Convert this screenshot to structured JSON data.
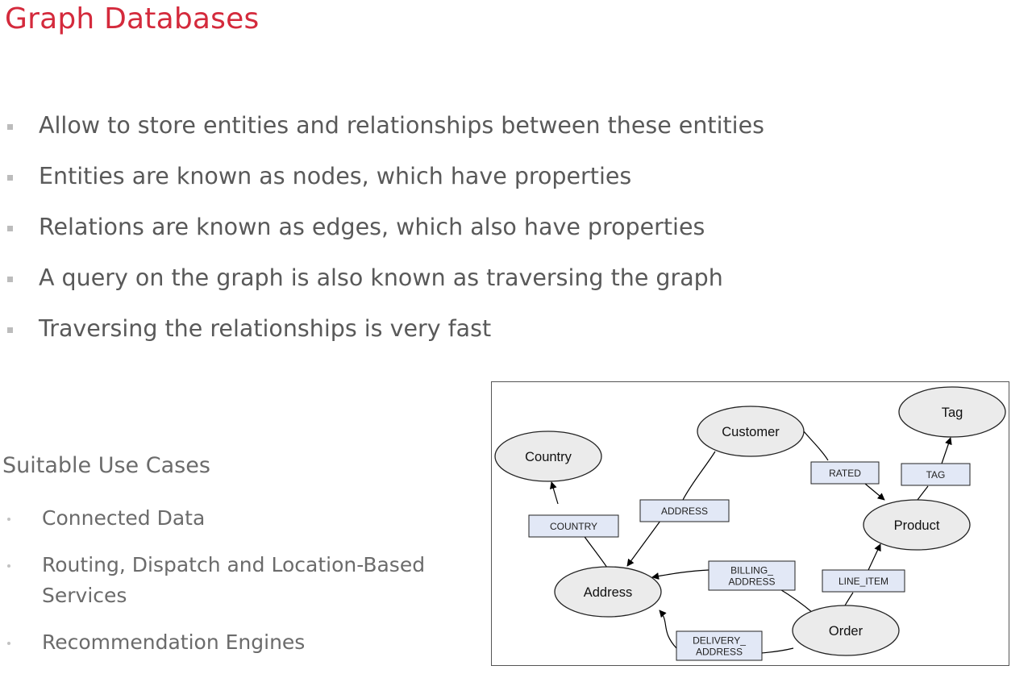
{
  "slide": {
    "title": "Graph Databases",
    "bullets": [
      "Allow to store entities and relationships between these entities",
      "Entities are known as nodes, which have properties",
      "Relations are known as edges, which also have properties",
      "A query on the graph is also known as traversing the graph",
      "Traversing the relationships is very fast"
    ],
    "use_cases_heading": "Suitable Use Cases",
    "use_cases": [
      "Connected Data",
      "Routing, Dispatch and Location-Based Services",
      "Recommendation Engines"
    ]
  },
  "diagram": {
    "nodes": [
      {
        "id": "country",
        "label": "Country"
      },
      {
        "id": "customer",
        "label": "Customer"
      },
      {
        "id": "tag",
        "label": "Tag"
      },
      {
        "id": "product",
        "label": "Product"
      },
      {
        "id": "address",
        "label": "Address"
      },
      {
        "id": "order",
        "label": "Order"
      }
    ],
    "edges": [
      {
        "id": "country",
        "from": "address",
        "to": "country",
        "label_lines": [
          "COUNTRY"
        ]
      },
      {
        "id": "address",
        "from": "customer",
        "to": "address",
        "label_lines": [
          "ADDRESS"
        ]
      },
      {
        "id": "rated",
        "from": "customer",
        "to": "product",
        "label_lines": [
          "RATED"
        ]
      },
      {
        "id": "tag",
        "from": "product",
        "to": "tag",
        "label_lines": [
          "TAG"
        ]
      },
      {
        "id": "billing",
        "from": "order",
        "to": "address",
        "label_lines": [
          "BILLING_",
          "ADDRESS"
        ]
      },
      {
        "id": "line-item",
        "from": "order",
        "to": "product",
        "label_lines": [
          "LINE_ITEM"
        ]
      },
      {
        "id": "delivery",
        "from": "order",
        "to": "address",
        "label_lines": [
          "DELIVERY_",
          "ADDRESS"
        ]
      }
    ],
    "colors": {
      "node_fill": "#ebebeb",
      "node_stroke": "#222222",
      "label_box_fill": "#e2e8f6",
      "label_box_stroke": "#222222",
      "edge_stroke": "#000000"
    }
  }
}
